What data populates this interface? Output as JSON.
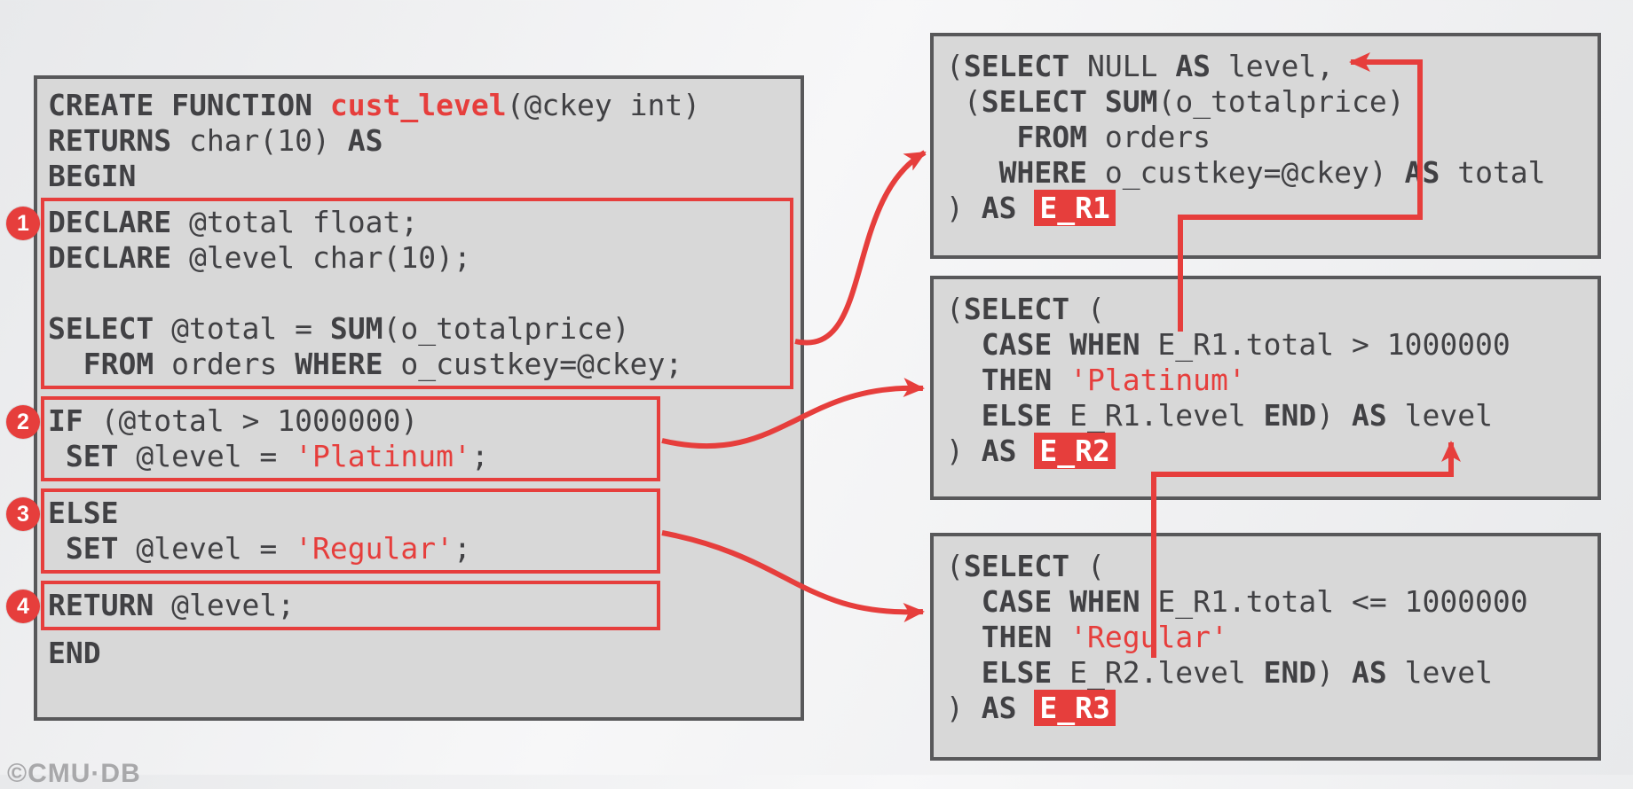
{
  "colors": {
    "accent_red": "#e63e3c",
    "box_bg": "#d8d8d8",
    "box_border": "#58585a",
    "code_text": "#414144",
    "highlight_text": "#ffffff",
    "watermark_gray": "#a8a8aa",
    "page_bg_light": "#f7f7f8",
    "page_bg_dark": "#e8e9eb"
  },
  "watermark": "©CMU·DB",
  "main_box": {
    "header_lines": [
      [
        [
          "kw",
          "CREATE FUNCTION "
        ],
        [
          "kwred",
          "cust_level"
        ],
        [
          "pl",
          "(@ckey int)"
        ]
      ],
      [
        [
          "kw",
          "RETURNS"
        ],
        [
          "pl",
          " char(10) "
        ],
        [
          "kw",
          "AS"
        ]
      ],
      [
        [
          "kw",
          "BEGIN"
        ]
      ]
    ],
    "blocks": [
      {
        "number": "1",
        "lines": [
          [
            [
              "kw",
              "DECLARE"
            ],
            [
              "pl",
              " @total float;"
            ]
          ],
          [
            [
              "kw",
              "DECLARE"
            ],
            [
              "pl",
              " @level char(10);"
            ]
          ],
          [],
          [
            [
              "kw",
              "SELECT"
            ],
            [
              "pl",
              " @total = "
            ],
            [
              "kw",
              "SUM"
            ],
            [
              "pl",
              "(o_totalprice)"
            ]
          ],
          [
            [
              "pl",
              "  "
            ],
            [
              "kw",
              "FROM"
            ],
            [
              "pl",
              " orders "
            ],
            [
              "kw",
              "WHERE"
            ],
            [
              "pl",
              " o_custkey=@ckey;"
            ]
          ]
        ]
      },
      {
        "number": "2",
        "lines": [
          [
            [
              "kw",
              "IF"
            ],
            [
              "pl",
              " (@total > 1000000)"
            ]
          ],
          [
            [
              "pl",
              " "
            ],
            [
              "kw",
              "SET"
            ],
            [
              "pl",
              " @level = "
            ],
            [
              "str",
              "'Platinum'"
            ],
            [
              "pl",
              ";"
            ]
          ]
        ]
      },
      {
        "number": "3",
        "lines": [
          [
            [
              "kw",
              "ELSE"
            ]
          ],
          [
            [
              "pl",
              " "
            ],
            [
              "kw",
              "SET"
            ],
            [
              "pl",
              " @level = "
            ],
            [
              "str",
              "'Regular'"
            ],
            [
              "pl",
              ";"
            ]
          ]
        ]
      },
      {
        "number": "4",
        "lines": [
          [
            [
              "kw",
              "RETURN"
            ],
            [
              "pl",
              " @level;"
            ]
          ]
        ]
      }
    ],
    "footer_lines": [
      [
        [
          "kw",
          "END"
        ]
      ]
    ]
  },
  "expression_boxes": [
    {
      "name": "E_R1",
      "lines": [
        [
          [
            "pl",
            "("
          ],
          [
            "kw",
            "SELECT"
          ],
          [
            "pl",
            " NULL "
          ],
          [
            "kw",
            "AS"
          ],
          [
            "pl",
            " level,"
          ]
        ],
        [
          [
            "pl",
            " ("
          ],
          [
            "kw",
            "SELECT"
          ],
          [
            "pl",
            " "
          ],
          [
            "kw",
            "SUM"
          ],
          [
            "pl",
            "(o_totalprice)"
          ]
        ],
        [
          [
            "pl",
            "    "
          ],
          [
            "kw",
            "FROM"
          ],
          [
            "pl",
            " orders"
          ]
        ],
        [
          [
            "pl",
            "   "
          ],
          [
            "kw",
            "WHERE"
          ],
          [
            "pl",
            " o_custkey=@ckey) "
          ],
          [
            "kw",
            "AS"
          ],
          [
            "pl",
            " total"
          ]
        ],
        [
          [
            "pl",
            ") "
          ],
          [
            "kw",
            "AS"
          ],
          [
            "pl",
            " "
          ],
          [
            "hl",
            "E_R1"
          ]
        ]
      ]
    },
    {
      "name": "E_R2",
      "lines": [
        [
          [
            "pl",
            "("
          ],
          [
            "kw",
            "SELECT"
          ],
          [
            "pl",
            " ("
          ]
        ],
        [
          [
            "pl",
            "  "
          ],
          [
            "kw",
            "CASE WHEN"
          ],
          [
            "pl",
            " E_R1.total > 1000000"
          ]
        ],
        [
          [
            "pl",
            "  "
          ],
          [
            "kw",
            "THEN"
          ],
          [
            "pl",
            " "
          ],
          [
            "str",
            "'Platinum'"
          ]
        ],
        [
          [
            "pl",
            "  "
          ],
          [
            "kw",
            "ELSE"
          ],
          [
            "pl",
            " E_R1.level "
          ],
          [
            "kw",
            "END"
          ],
          [
            "pl",
            ") "
          ],
          [
            "kw",
            "AS"
          ],
          [
            "pl",
            " level"
          ]
        ],
        [
          [
            "pl",
            ") "
          ],
          [
            "kw",
            "AS"
          ],
          [
            "pl",
            " "
          ],
          [
            "hl",
            "E_R2"
          ]
        ]
      ]
    },
    {
      "name": "E_R3",
      "lines": [
        [
          [
            "pl",
            "("
          ],
          [
            "kw",
            "SELECT"
          ],
          [
            "pl",
            " ("
          ]
        ],
        [
          [
            "pl",
            "  "
          ],
          [
            "kw",
            "CASE WHEN"
          ],
          [
            "pl",
            " E_R1.total <= 1000000"
          ]
        ],
        [
          [
            "pl",
            "  "
          ],
          [
            "kw",
            "THEN"
          ],
          [
            "pl",
            " "
          ],
          [
            "str",
            "'Regular'"
          ]
        ],
        [
          [
            "pl",
            "  "
          ],
          [
            "kw",
            "ELSE"
          ],
          [
            "pl",
            " E_R2.level "
          ],
          [
            "kw",
            "END"
          ],
          [
            "pl",
            ") "
          ],
          [
            "kw",
            "AS"
          ],
          [
            "pl",
            " level"
          ]
        ],
        [
          [
            "pl",
            ") "
          ],
          [
            "kw",
            "AS"
          ],
          [
            "pl",
            " "
          ],
          [
            "hl",
            "E_R3"
          ]
        ]
      ]
    }
  ]
}
